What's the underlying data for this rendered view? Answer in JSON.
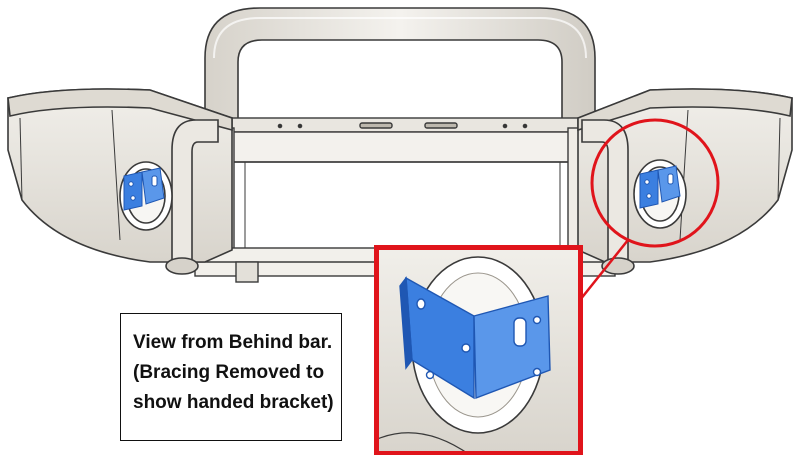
{
  "caption": {
    "line1": "View from Behind bar.",
    "line2": "(Bracing Removed to",
    "line3": "show handed bracket)"
  },
  "colors": {
    "bracket": "#3b7fe0",
    "bracket_dark": "#1f57b3",
    "highlight": "#e0141b",
    "bar_fill": "#ece9e3",
    "bar_shade": "#d9d5cd",
    "outline": "#3a3a3a"
  },
  "callout": {
    "target": "right-side-handed-bracket",
    "style": "circle-to-zoom-inset"
  }
}
